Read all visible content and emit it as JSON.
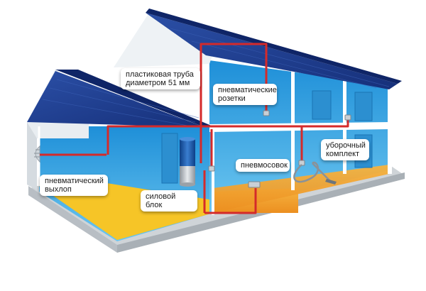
{
  "labels": {
    "pipe": "пластиковая труба\nдиаметром 51 мм",
    "outlets": "пневматические\nрозетки",
    "exhaust": "пневматический\nвыхлоп",
    "power_unit": "силовой блок",
    "dustpan": "пневмосовок",
    "cleaning_kit": "уборочный\nкомплект"
  },
  "colors": {
    "roof": "#1f3f8f",
    "walls": "#2a9ee0",
    "floor_orange": "#f0a030",
    "floor_yellow": "#f4c20d",
    "pipe": "#d42a2a",
    "gable": "#e9eef3"
  }
}
